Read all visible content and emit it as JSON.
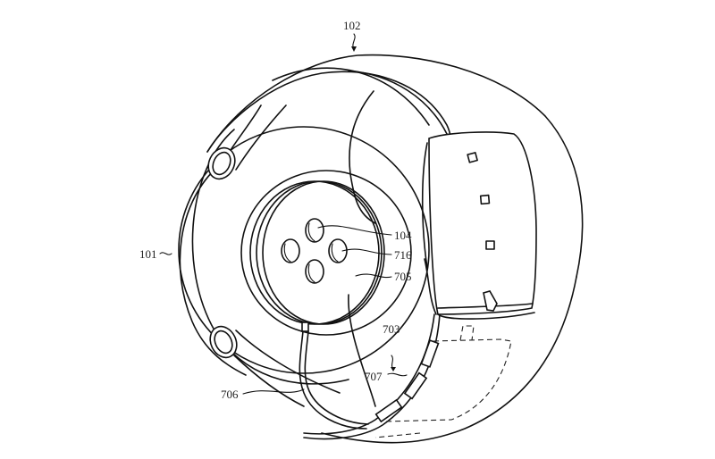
{
  "figure": {
    "description": "Patent line drawing: rear view of a wrist-worn device with band and charging/sensor puck",
    "background_color": "#ffffff",
    "line_color": "#111111"
  },
  "labels": {
    "l102": "102",
    "l101": "101",
    "l104": "104",
    "l716": "716",
    "l705": "705",
    "l703": "703",
    "l707": "707",
    "l706": "706"
  }
}
